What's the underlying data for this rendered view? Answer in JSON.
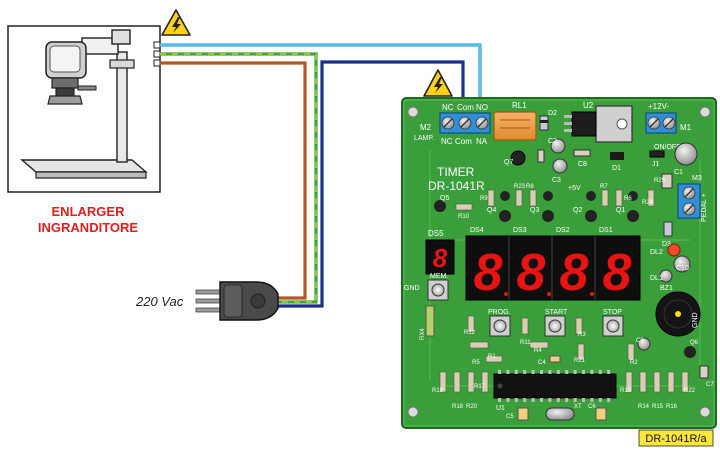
{
  "enlarger": {
    "label_line1": "ENLARGER",
    "label_line2": "INGRANDITORE"
  },
  "plug": {
    "label": "220 Vac"
  },
  "board": {
    "title_line1": "TIMER",
    "title_line2": "DR-1041R",
    "code": "DR-1041R/a",
    "connector_m2": {
      "top_labels": [
        "NC",
        "Com",
        "NO"
      ],
      "bottom_labels": [
        "NC",
        "Com",
        "NA"
      ],
      "ref": "M2",
      "sub": "LAMP."
    },
    "relay": "RL1",
    "regulator": "U2",
    "power": {
      "label": "+12V-",
      "ref": "M1",
      "switch": "ON/OFF",
      "jumper": "J1"
    },
    "pedal": {
      "ref": "M3",
      "label": "PEDAL +"
    },
    "single_digit": {
      "ref": "DS5",
      "char": "8"
    },
    "digits": [
      {
        "ref": "DS4",
        "char": "8"
      },
      {
        "ref": "DS3",
        "char": "8"
      },
      {
        "ref": "DS2",
        "char": "8"
      },
      {
        "ref": "DS1",
        "char": "8"
      }
    ],
    "buttons": [
      "MEM.",
      "PROG.",
      "START",
      "STOP"
    ],
    "leds": [
      "DL2",
      "DL1"
    ],
    "buzzer": "BZ1",
    "ic": "U1",
    "crystal": "XT",
    "plus5v": "+5V",
    "gnd": "GND",
    "transistors": [
      "Q7",
      "Q5",
      "Q4",
      "Q3",
      "Q2",
      "Q1",
      "Q6"
    ],
    "caps": [
      "C2",
      "C3",
      "C1",
      "C10",
      "C9",
      "C4",
      "C5",
      "C6",
      "C8",
      "C7"
    ],
    "resistors": [
      "R9",
      "R23",
      "R8",
      "R7",
      "R6",
      "R10",
      "R24",
      "R25",
      "R12",
      "R11",
      "R1",
      "R5",
      "R4",
      "R2",
      "R3",
      "R21",
      "R19",
      "R17",
      "R18",
      "R20",
      "R13",
      "R14",
      "R15",
      "R16",
      "R22"
    ],
    "diodes": [
      "D1",
      "D2",
      "D3"
    ],
    "other": [
      "RX4"
    ]
  }
}
